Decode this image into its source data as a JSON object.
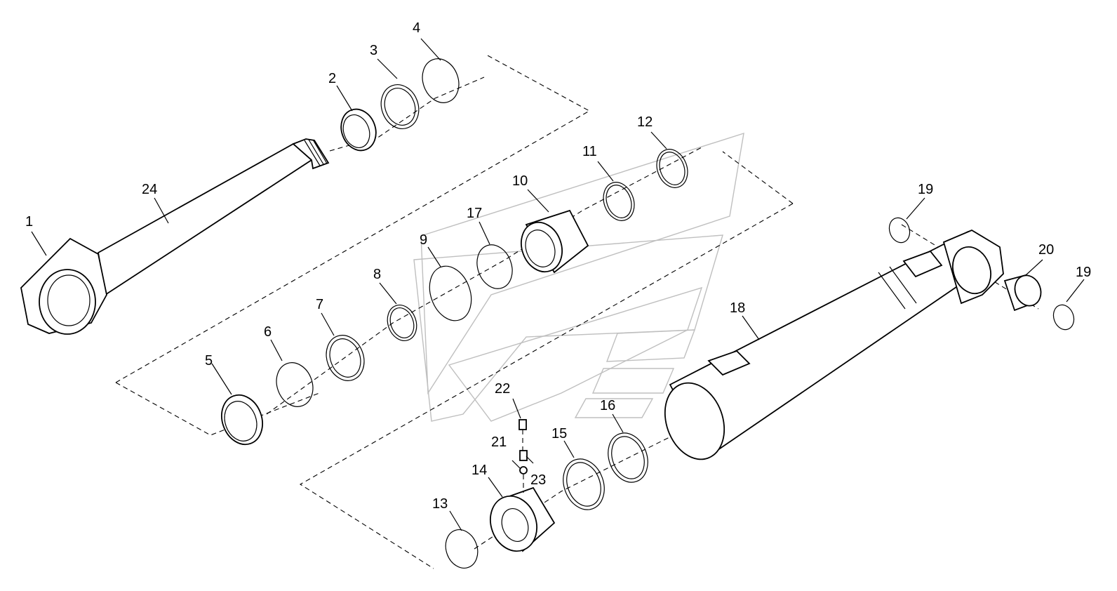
{
  "parts": [
    {
      "id": "1",
      "label": "1"
    },
    {
      "id": "2",
      "label": "2"
    },
    {
      "id": "3",
      "label": "3"
    },
    {
      "id": "4",
      "label": "4"
    },
    {
      "id": "5",
      "label": "5"
    },
    {
      "id": "6",
      "label": "6"
    },
    {
      "id": "7",
      "label": "7"
    },
    {
      "id": "8",
      "label": "8"
    },
    {
      "id": "9",
      "label": "9"
    },
    {
      "id": "10",
      "label": "10"
    },
    {
      "id": "11",
      "label": "11"
    },
    {
      "id": "12",
      "label": "12"
    },
    {
      "id": "13",
      "label": "13"
    },
    {
      "id": "14",
      "label": "14"
    },
    {
      "id": "15",
      "label": "15"
    },
    {
      "id": "16",
      "label": "16"
    },
    {
      "id": "17",
      "label": "17"
    },
    {
      "id": "18",
      "label": "18"
    },
    {
      "id": "19a",
      "label": "19"
    },
    {
      "id": "19b",
      "label": "19"
    },
    {
      "id": "20",
      "label": "20"
    },
    {
      "id": "21",
      "label": "21"
    },
    {
      "id": "22",
      "label": "22"
    },
    {
      "id": "23",
      "label": "23"
    },
    {
      "id": "24",
      "label": "24"
    }
  ],
  "colors": {
    "line": "#000000",
    "background": "#ffffff",
    "watermark": "#bfbfbf"
  }
}
